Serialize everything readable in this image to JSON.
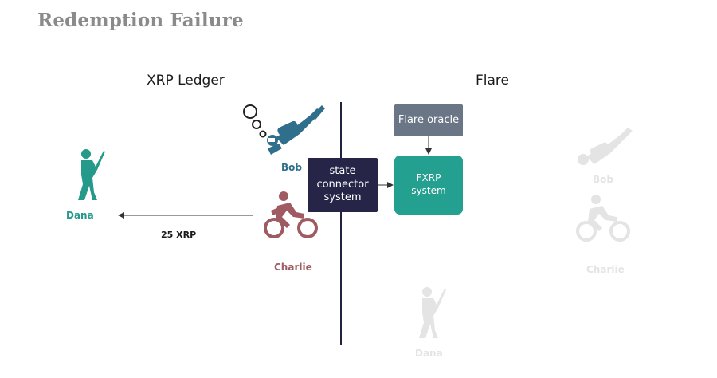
{
  "title": "Redemption Failure",
  "left_heading": "XRP Ledger",
  "right_heading": "Flare",
  "boxes": {
    "oracle": "Flare oracle",
    "state_connector": "state\nconnector\nsystem",
    "fxrp": "FXRP\nsystem"
  },
  "actors": {
    "bob": "Bob",
    "charlie": "Charlie",
    "dana": "Dana"
  },
  "transfer_amount": "25 XRP",
  "ghost_actors": {
    "bob": "Bob",
    "charlie": "Charlie",
    "dana": "Dana"
  },
  "colors": {
    "diver": "#2f6f8c",
    "cyclist": "#a05b62",
    "golfer": "#25998a",
    "state_connector": "#262447",
    "oracle": "#6a7686",
    "fxrp": "#23a08f",
    "ghost": "#e4e4e4"
  },
  "icons": {
    "bob": "scuba-diver-icon",
    "charlie": "cyclist-icon",
    "dana": "golfer-icon"
  }
}
